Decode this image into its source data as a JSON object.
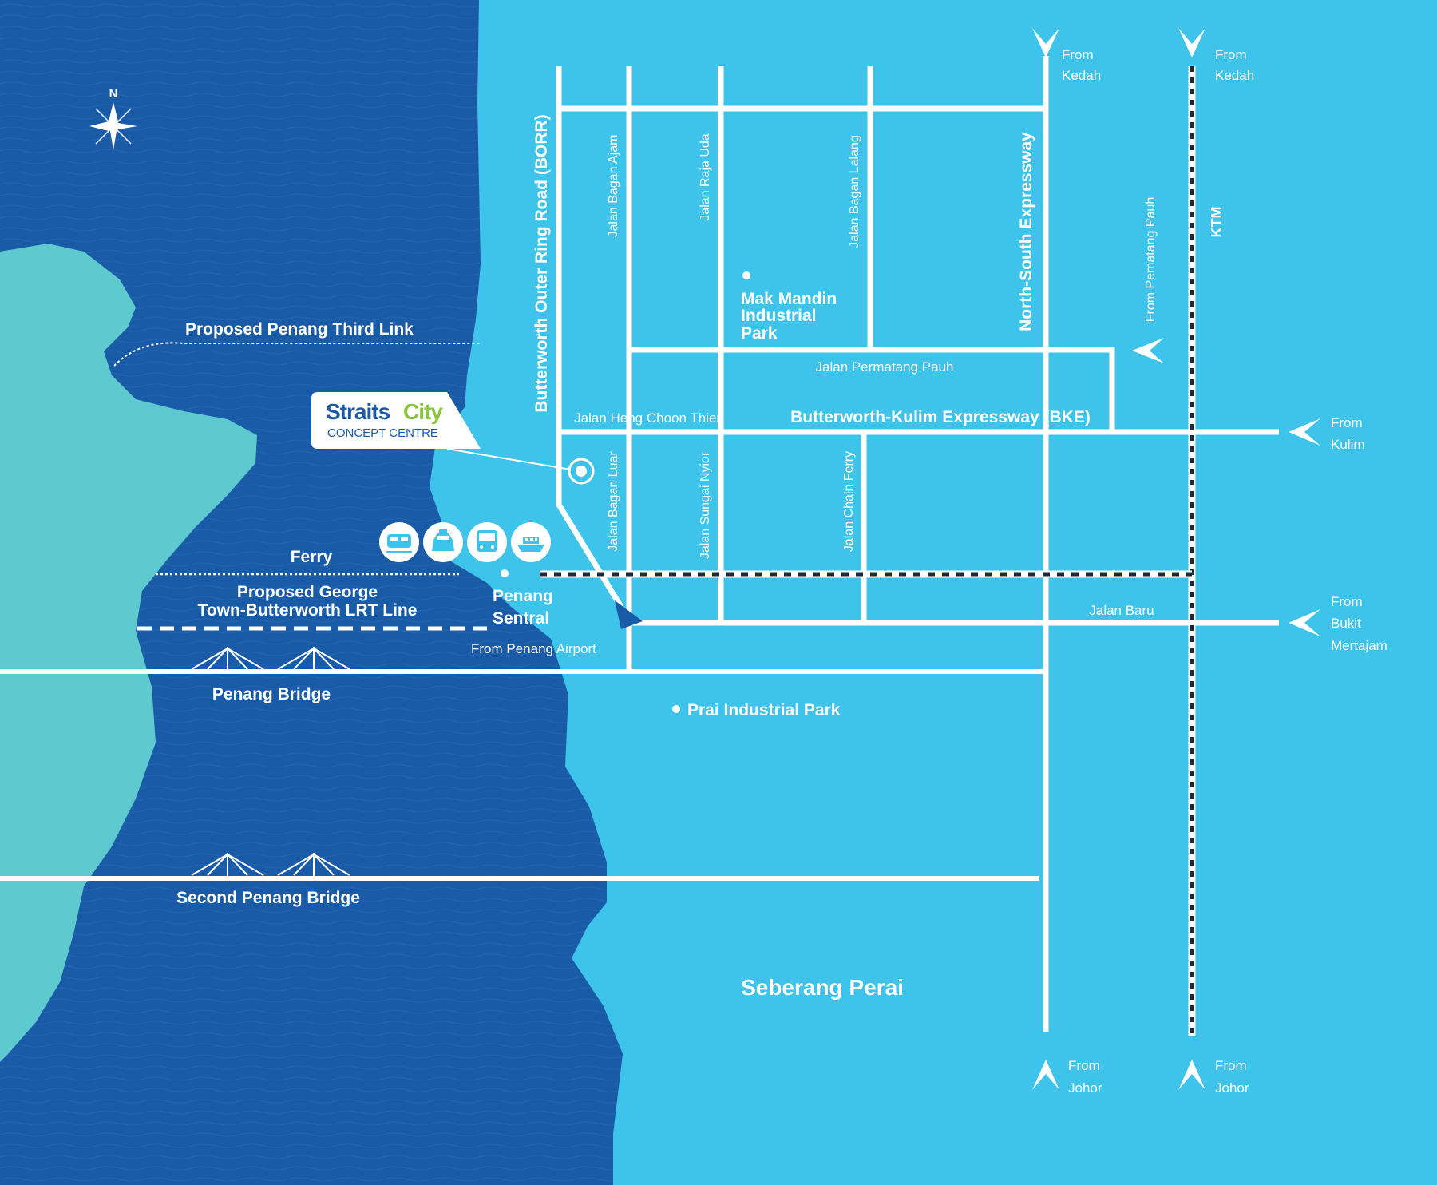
{
  "compass": {
    "letter": "N"
  },
  "logo": {
    "word1": "Straits",
    "word2": "City",
    "subtitle": "CONCEPT CENTRE"
  },
  "water_labels": {
    "third_link": "Proposed Penang Third Link",
    "ferry": "Ferry",
    "lrt_line1": "Proposed George",
    "lrt_line2": "Town-Butterworth LRT Line",
    "penang_bridge": "Penang Bridge",
    "second_bridge": "Second Penang Bridge"
  },
  "places": {
    "penang_sentral1": "Penang",
    "penang_sentral2": "Sentral",
    "from_airport": "From Penang Airport",
    "mak_mandin1": "Mak Mandin",
    "mak_mandin2": "Industrial",
    "mak_mandin3": "Park",
    "prai": "Prai Industrial Park",
    "region": "Seberang Perai"
  },
  "roads": {
    "borr": "Butterworth Outer Ring Road (BORR)",
    "bagan_ajam": "Jalan Bagan Ajam",
    "raja_uda": "Jalan Raja Uda",
    "bagan_lalang": "Jalan Bagan Lalang",
    "nse": "North-South Expressway",
    "ktm": "KTM",
    "pematang_pauh_road": "Jalan Permatang Pauh",
    "heng_choon": "Jalan Heng Choon Thien",
    "bke": "Butterworth-Kulim Expressway (BKE)",
    "bagan_luar": "Jalan Bagan Luar",
    "sungai_nyior": "Jalan Sungai Nyior",
    "chain_ferry": "Jalan Chain Ferry",
    "jalan_baru": "Jalan Baru"
  },
  "directions": {
    "kedah1_a": "From",
    "kedah1_b": "Kedah",
    "kedah2_a": "From",
    "kedah2_b": "Kedah",
    "pematang": "From Pematang Pauh",
    "kulim_a": "From",
    "kulim_b": "Kulim",
    "bm_a": "From",
    "bm_b": "Bukit",
    "bm_c": "Mertajam",
    "johor1_a": "From",
    "johor1_b": "Johor",
    "johor2_a": "From",
    "johor2_b": "Johor"
  },
  "transport_icons": [
    "train-icon",
    "taxi-icon",
    "bus-icon",
    "ferry-icon"
  ],
  "colors": {
    "land": "#3ec3ea",
    "sea": "#1a5ba8",
    "island": "#5ecad0",
    "road": "#ffffff",
    "logo_blue": "#1a5ba8",
    "logo_green": "#8cc63f"
  }
}
